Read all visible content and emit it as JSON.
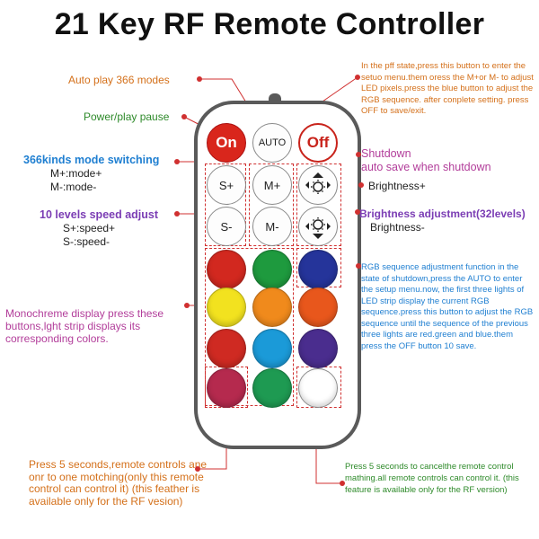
{
  "title": "21 Key RF Remote Controller",
  "labels": {
    "auto_play": "Auto play 366 modes",
    "power": "Power/play pause",
    "mode_switch": "366kinds mode switching",
    "mode_plus": "M+:mode+",
    "mode_minus": "M-:mode-",
    "speed_adjust": "10 levels speed adjust",
    "speed_plus": "S+:speed+",
    "speed_minus": "S-:speed-",
    "monochrome": "Monochreme display press these buttons,lght strip displays its corresponding colors.",
    "pair": "Press 5 seconds,remote controls ane onr to one motching(only this remote control can control it) (this feather is available only for the RF vesion)",
    "setup_menu": "In the pff state,press this button to enter the setuo menu.them oress the M+or M- to adjust LED pixels.press the blue button to adjust the RGB sequence. after conplete setting. press OFF to save/exit.",
    "shutdown": "Shutdown",
    "auto_save": "auto save when shutdown",
    "brightness_plus": "Brightness+",
    "brightness_adjust": "Brightness adjustment(32levels)",
    "brightness_minus": "Brightness-",
    "rgb_sequence": "RGB sequence adjustment function in the state of shutdown,press the AUTO to enter the setup menu.now, the first three lights of LED strip display the current RGB sequence.press this button to adjust the RGB sequence until the sequence of the previous three lights are red.green and blue.them press the OFF button 10 save.",
    "cancel_pair": "Press 5 seconds to cancelthe remote control mathing.all remote controls can control it. (this feature is available only for the RF version)"
  },
  "buttons": {
    "on": "On",
    "auto": "AUTO",
    "off": "Off",
    "s_plus": "S+",
    "m_plus": "M+",
    "s_minus": "S-",
    "m_minus": "M-"
  },
  "colors": {
    "annotation_orange": "#d4701a",
    "annotation_green": "#2e8a2a",
    "annotation_blue": "#1f7fd1",
    "annotation_purple": "#7b3db4",
    "annotation_magenta": "#b23d9a",
    "on_button": "#d9261c",
    "color_buttons": [
      [
        "#d2281f",
        "#1e9a3e",
        "#25349a"
      ],
      [
        "#f2e21f",
        "#f08a1c",
        "#e8571c"
      ],
      [
        "#cf2a22",
        "#1b9ad8",
        "#4a2d8e"
      ],
      [
        "#b52a4e",
        "#1e9a52",
        "#ffffff"
      ]
    ]
  }
}
